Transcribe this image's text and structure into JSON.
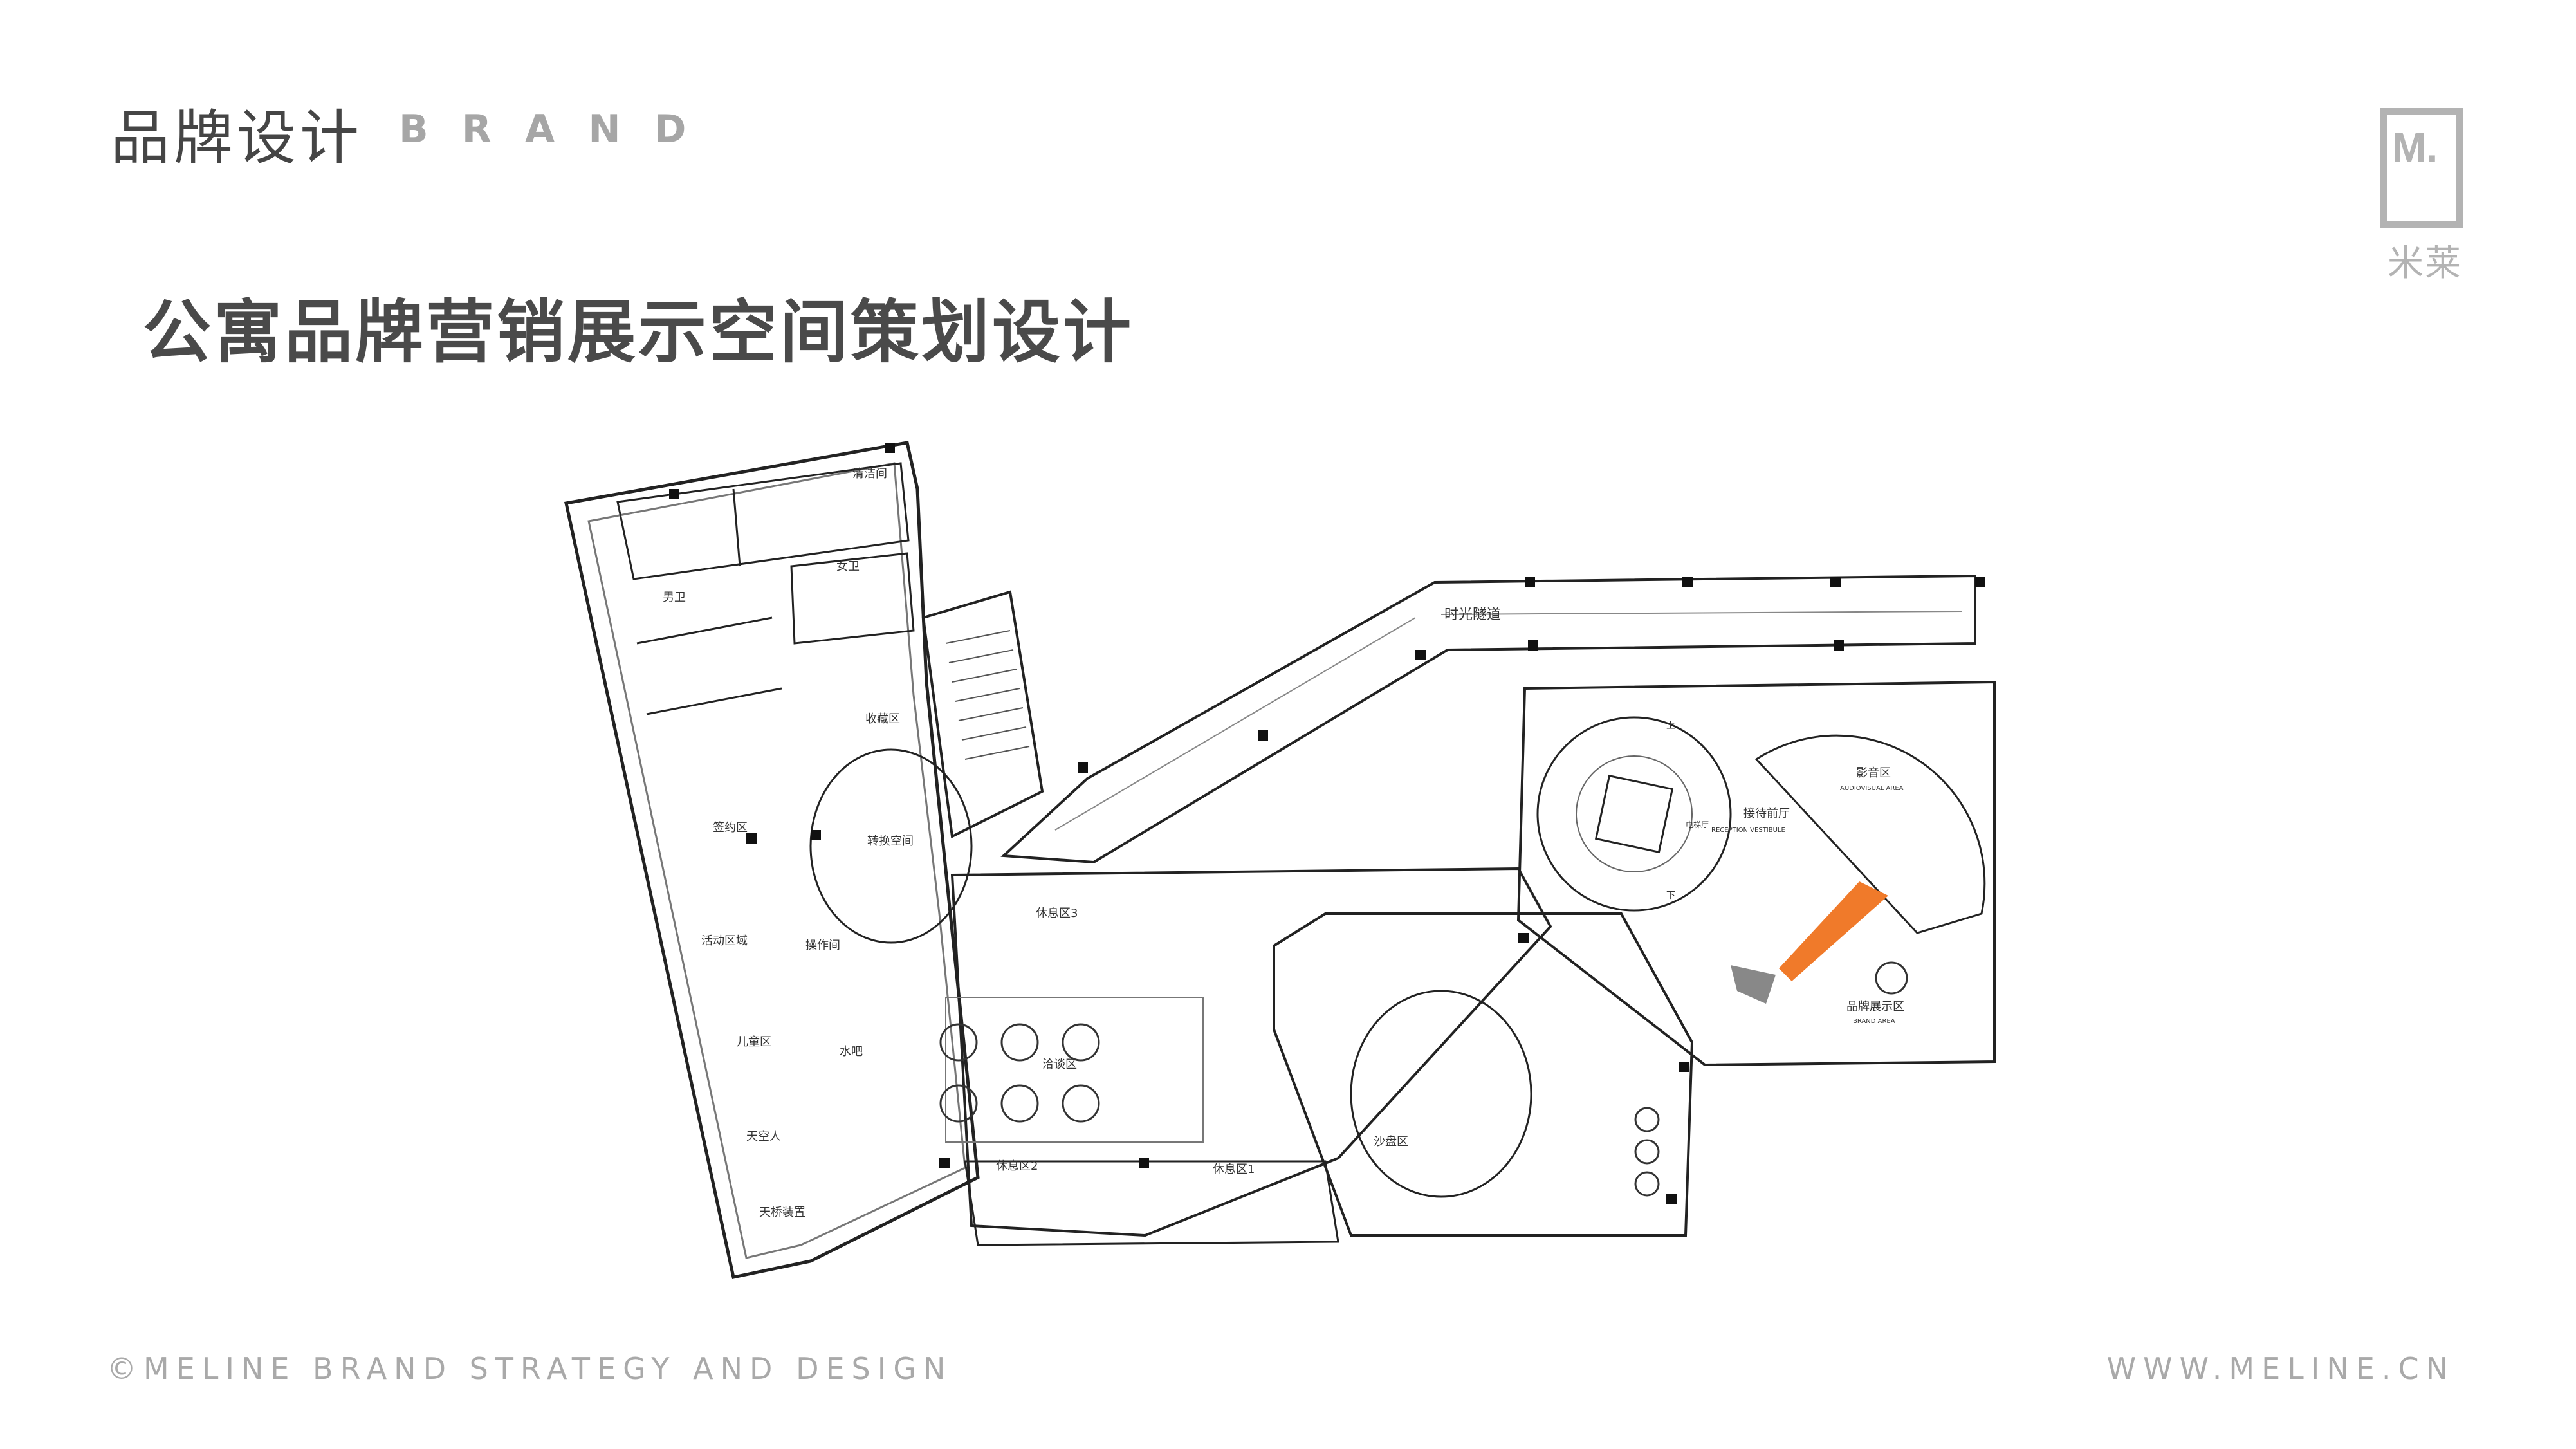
{
  "header": {
    "section_cn": "品牌设计",
    "section_en": "BRAND"
  },
  "title": "公寓品牌营销展示空间策划设计",
  "logo": {
    "mark": "M.",
    "name_cn": "米莱"
  },
  "footer": {
    "left": "©MELINE BRAND STRATEGY AND DESIGN",
    "right": "WWW.MELINE.CN"
  },
  "plan_labels": {
    "washroom": "清洁间",
    "male_toilet": "男卫",
    "female_toilet": "女卫",
    "storage": "收藏区",
    "meeting": "签约区",
    "transition": "转换空间",
    "time_tunnel": "时光隧道",
    "rest3": "休息区3",
    "rest2": "休息区2",
    "rest1": "休息区1",
    "operation": "操作间",
    "activity": "活动区域",
    "kids": "儿童区",
    "water_bar": "水吧",
    "salon": "洽谈区",
    "sand_table": "沙盘区",
    "reception": "接待前厅",
    "reception_en": "RECEPTION VESTIBULE",
    "cinema": "影音区",
    "cinema_en": "AUDIOVISUAL AREA",
    "brand_area": "品牌展示区",
    "brand_area_en": "BRAND AREA",
    "lift_hall": "电梯厅",
    "up": "上",
    "down": "下",
    "sky": "天空人",
    "device": "天桥装置"
  },
  "colors": {
    "accent_orange": "#f07a2a",
    "wall": "#1a1a1a",
    "text_grey": "#a9a9a9"
  }
}
